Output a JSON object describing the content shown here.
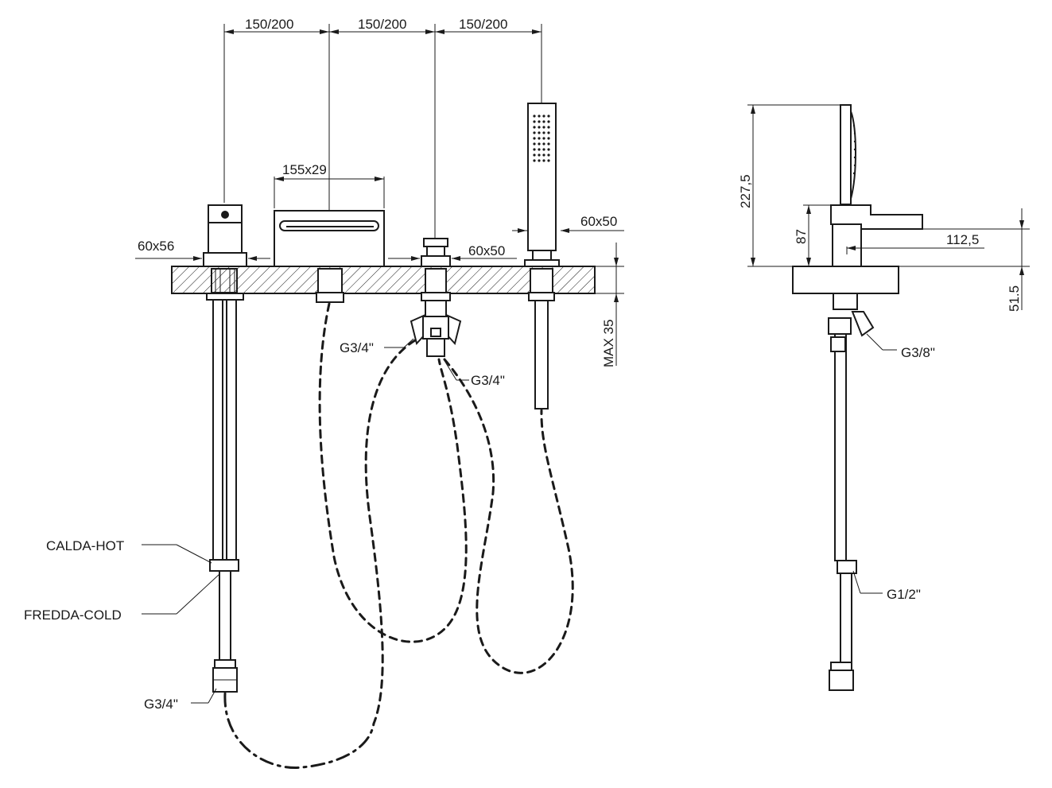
{
  "labels": {
    "dim_top_1": "150/200",
    "dim_top_2": "150/200",
    "dim_top_3": "150/200",
    "spout_size": "155x29",
    "handle_base": "60x56",
    "diverter_base": "60x50",
    "shower_base": "60x50",
    "max_deck": "MAX 35",
    "diverter_left_thread": "G3/4\"",
    "diverter_right_thread": "G3/4\"",
    "hot": "CALDA-HOT",
    "cold": "FREDDA-COLD",
    "supply_thread": "G3/4\"",
    "height_total": "227,5",
    "height_lever": "87",
    "spout_reach": "112,5",
    "side_offset": "51.5",
    "side_thread_small": "G3/8\"",
    "side_thread_supply": "G1/2\""
  },
  "colors": {
    "line": "#1a1a1a",
    "background": "#ffffff"
  }
}
